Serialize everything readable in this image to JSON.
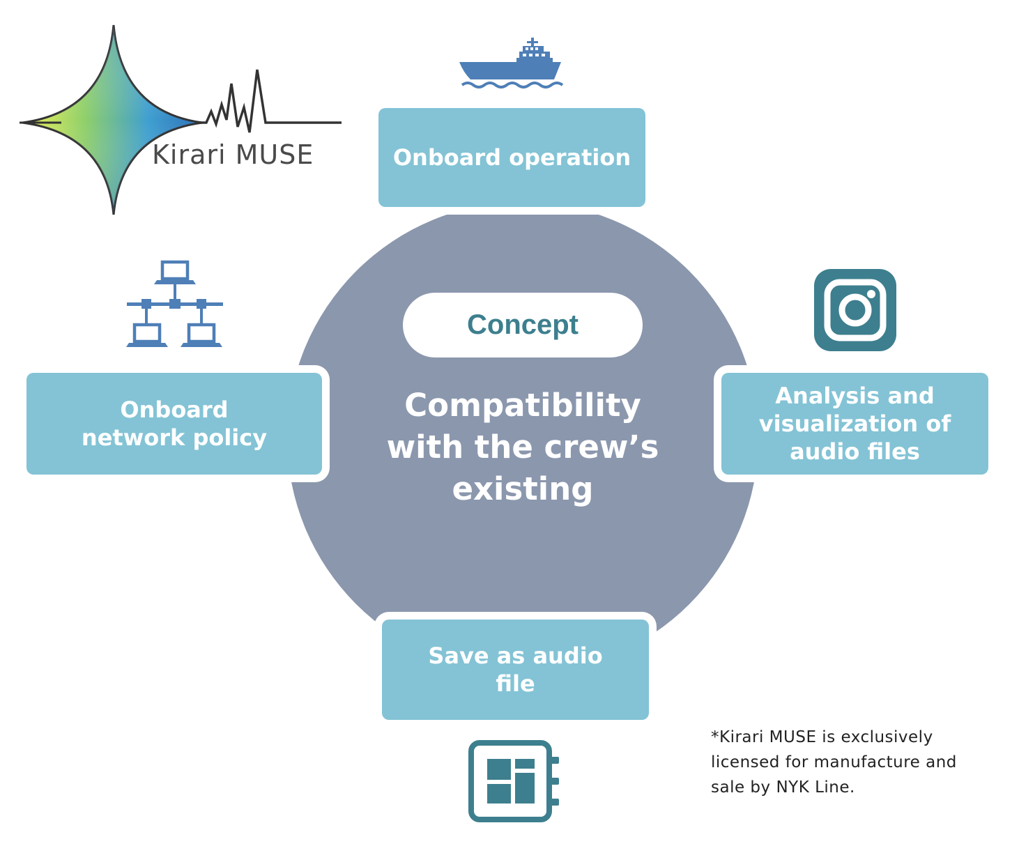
{
  "logo": {
    "text": "Kirari MUSE"
  },
  "concept": {
    "pill_label": "Concept",
    "main_lines": [
      "Compatibility",
      "with the crew’s",
      "existing"
    ]
  },
  "features": {
    "top": {
      "label": "Onboard operation",
      "icon": "ship-icon"
    },
    "left": {
      "label_lines": [
        "Onboard",
        "network policy"
      ],
      "icon": "network-icon"
    },
    "right": {
      "label_lines": [
        "Analysis and",
        "visualization of",
        "audio files"
      ],
      "icon": "camera-icon"
    },
    "bottom": {
      "label_lines": [
        "Save as audio",
        "file"
      ],
      "icon": "audio-file-icon"
    }
  },
  "footnote": {
    "lines": [
      "*Kirari MUSE is exclusively",
      "licensed for manufacture and",
      "sale by NYK Line."
    ]
  },
  "colors": {
    "circle": "#8b97ad",
    "box": "#83c3d5",
    "accent": "#3d7f8e",
    "icon_blue": "#4e7fb7"
  }
}
